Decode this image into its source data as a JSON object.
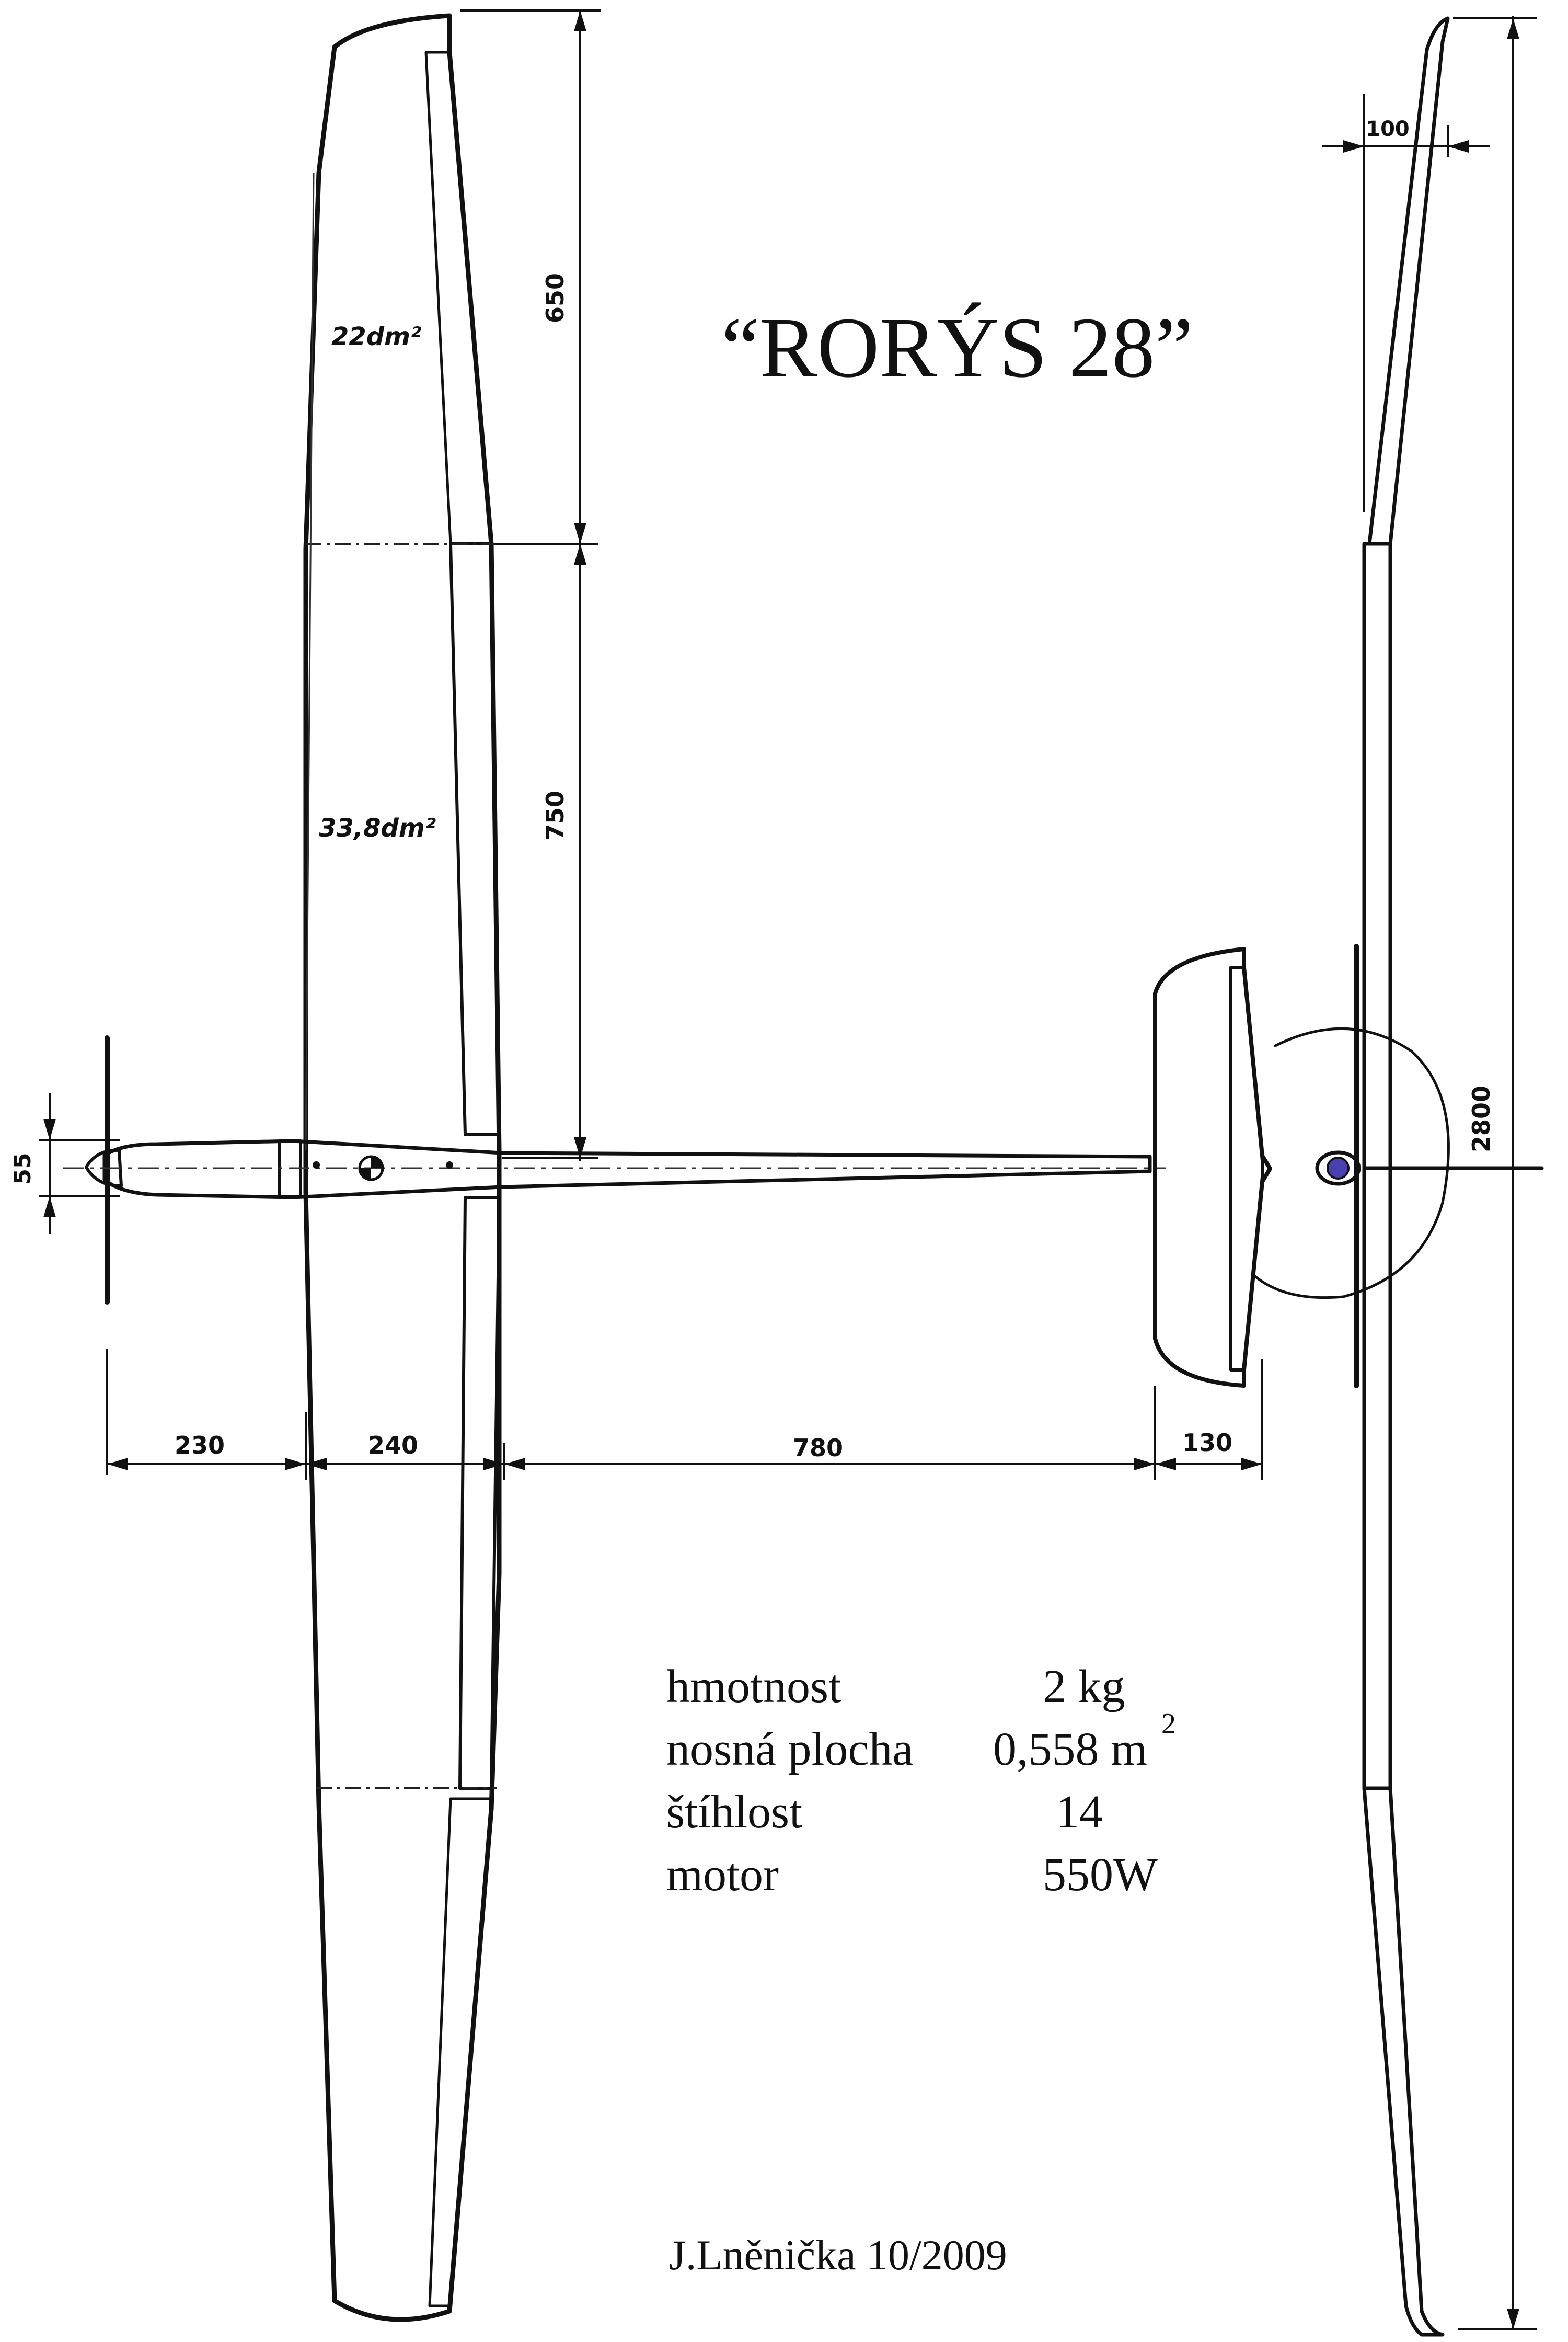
{
  "title": "“RORÝS 28”",
  "area_labels": {
    "outer": "22dm²",
    "inner": "33,8dm²"
  },
  "dimensions": {
    "outer_span": "650",
    "inner_span": "750",
    "fuselage_height": "55",
    "nose": "230",
    "root_chord": "240",
    "tail_arm": "780",
    "stab_chord": "130",
    "tip_offset": "100",
    "total_span": "2800"
  },
  "specs": [
    {
      "label": "hmotnost",
      "value": "2 kg"
    },
    {
      "label": "nosná plocha",
      "value": "0,558 m",
      "sup": "2"
    },
    {
      "label": "štíhlost",
      "value": "14"
    },
    {
      "label": "motor",
      "value": "550W"
    }
  ],
  "signature": "J.Lněnička 10/2009",
  "colors": {
    "wing": "#f8f4c6",
    "flap": "#f2d68c",
    "fuselage": "#b9dcf0",
    "spinner": "#4a3fb0"
  }
}
